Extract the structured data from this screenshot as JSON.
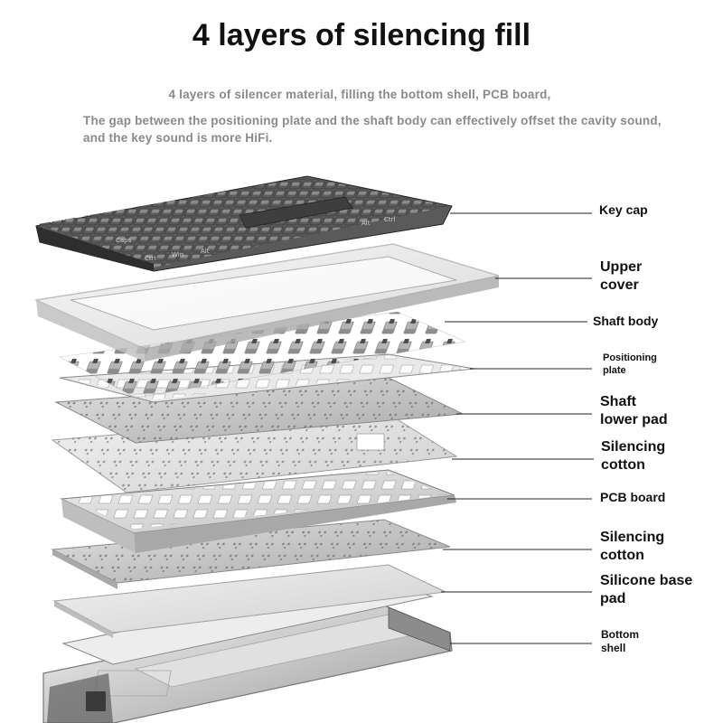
{
  "header": {
    "title": "4 layers of silencing fill",
    "subtitle_line1": "4 layers of silencer material, filling the bottom shell, PCB board,",
    "subtitle_line2": "The gap between the positioning plate and the shaft body can effectively offset the cavity sound, and the key sound is more HiFi."
  },
  "layers": [
    {
      "id": "keycap",
      "lines": [
        "Key cap"
      ]
    },
    {
      "id": "upper-cover",
      "lines": [
        "Upper",
        "cover"
      ]
    },
    {
      "id": "shaft-body",
      "lines": [
        "Shaft body"
      ]
    },
    {
      "id": "positioning-plate",
      "lines": [
        "Positioning",
        "plate"
      ]
    },
    {
      "id": "shaft-lower-pad",
      "lines": [
        "Shaft",
        "lower pad"
      ]
    },
    {
      "id": "silencing-cotton-1",
      "lines": [
        "Silencing",
        "cotton"
      ]
    },
    {
      "id": "pcb-board",
      "lines": [
        "PCB board"
      ]
    },
    {
      "id": "silencing-cotton-2",
      "lines": [
        "Silencing",
        "cotton"
      ]
    },
    {
      "id": "silicone-base-pad",
      "lines": [
        "Silicone base",
        "pad"
      ]
    },
    {
      "id": "bottom-shell",
      "lines": [
        "Bottom",
        "shell"
      ]
    }
  ],
  "keycap_legends": {
    "k1": "Ctrl",
    "k2": "Win",
    "k3": "Alt",
    "k4": "Caps",
    "k5": "Ctrl",
    "k6": "Alt"
  },
  "colors": {
    "keycap_dark": "#3a3a3a",
    "keycap_light": "#9a9a9a",
    "plate": "#c8c8c8",
    "frame": "#d9d9d9",
    "pad": "#e8e8e8",
    "leader": "#222222"
  }
}
